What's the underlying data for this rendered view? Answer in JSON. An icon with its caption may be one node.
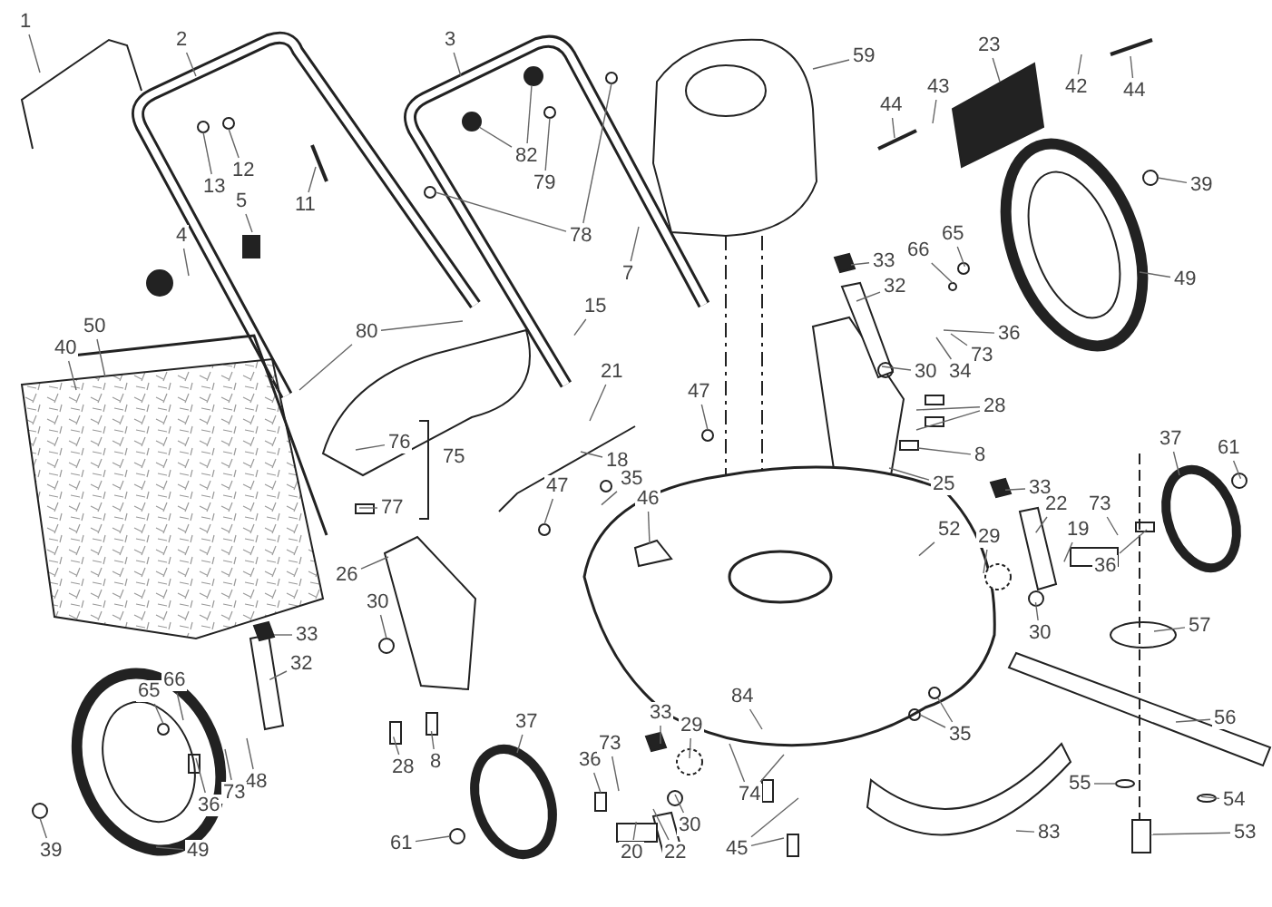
{
  "diagram": {
    "nodes": [
      {
        "text": [
          "1"
        ]
      },
      {
        "text": [
          "2"
        ]
      },
      {
        "text": [
          "3"
        ]
      },
      {
        "text": [
          "82"
        ]
      },
      {
        "text": [
          "79"
        ]
      },
      {
        "text": [
          "13"
        ]
      },
      {
        "text": [
          "12"
        ]
      },
      {
        "text": [
          "11"
        ]
      },
      {
        "text": [
          "5"
        ]
      },
      {
        "text": [
          "78"
        ]
      },
      {
        "text": [
          "4"
        ]
      },
      {
        "text": [
          "7"
        ]
      },
      {
        "text": [
          "15"
        ]
      },
      {
        "text": [
          "80"
        ]
      },
      {
        "text": [
          "59"
        ]
      },
      {
        "text": [
          "23"
        ]
      },
      {
        "text": [
          "43"
        ]
      },
      {
        "text": [
          "44"
        ]
      },
      {
        "text": [
          "42"
        ]
      },
      {
        "text": [
          "44"
        ]
      },
      {
        "text": [
          "39"
        ]
      },
      {
        "text": [
          "49"
        ]
      },
      {
        "text": [
          "33"
        ]
      },
      {
        "text": [
          "66"
        ]
      },
      {
        "text": [
          "65"
        ]
      },
      {
        "text": [
          "32"
        ]
      },
      {
        "text": [
          "36"
        ]
      },
      {
        "text": [
          "73"
        ]
      },
      {
        "text": [
          "34"
        ]
      },
      {
        "text": [
          "30"
        ]
      },
      {
        "text": [
          "28"
        ]
      },
      {
        "text": [
          "8"
        ]
      },
      {
        "text": [
          "25"
        ]
      },
      {
        "text": [
          "21"
        ]
      },
      {
        "text": [
          "47"
        ]
      },
      {
        "text": [
          "40"
        ]
      },
      {
        "text": [
          "50"
        ]
      },
      {
        "text": [
          "76"
        ]
      },
      {
        "text": [
          "18"
        ]
      },
      {
        "text": [
          "35"
        ]
      },
      {
        "text": [
          "46"
        ]
      },
      {
        "text": [
          "47"
        ]
      },
      {
        "text": [
          "77"
        ]
      },
      {
        "text": [
          "52"
        ]
      },
      {
        "text": [
          "33"
        ]
      },
      {
        "text": [
          "22"
        ]
      },
      {
        "text": [
          "19"
        ]
      },
      {
        "text": [
          "73"
        ]
      },
      {
        "text": [
          "37"
        ]
      },
      {
        "text": [
          "61"
        ]
      },
      {
        "text": [
          "36"
        ]
      },
      {
        "text": [
          "29"
        ]
      },
      {
        "text": [
          "30"
        ]
      },
      {
        "text": [
          "26"
        ]
      },
      {
        "text": [
          "30"
        ]
      },
      {
        "text": [
          "57"
        ]
      },
      {
        "text": [
          "33"
        ]
      },
      {
        "text": [
          "32"
        ]
      },
      {
        "text": [
          "84"
        ]
      },
      {
        "text": [
          "33"
        ]
      },
      {
        "text": [
          "29"
        ]
      },
      {
        "text": [
          "37"
        ]
      },
      {
        "text": [
          "56"
        ]
      },
      {
        "text": [
          "35"
        ]
      },
      {
        "text": [
          "36"
        ]
      },
      {
        "text": [
          "73"
        ]
      },
      {
        "text": [
          "28"
        ]
      },
      {
        "text": [
          "8"
        ]
      },
      {
        "text": [
          "65"
        ]
      },
      {
        "text": [
          "66"
        ]
      },
      {
        "text": [
          "48"
        ]
      },
      {
        "text": [
          "73"
        ]
      },
      {
        "text": [
          "36"
        ]
      },
      {
        "text": [
          "55"
        ]
      },
      {
        "text": [
          "74"
        ]
      },
      {
        "text": [
          "54"
        ]
      },
      {
        "text": [
          "30"
        ]
      },
      {
        "text": [
          "83"
        ]
      },
      {
        "text": [
          "53"
        ]
      },
      {
        "text": [
          "61"
        ]
      },
      {
        "text": [
          "49"
        ]
      },
      {
        "text": [
          "39"
        ]
      },
      {
        "text": [
          "20"
        ]
      },
      {
        "text": [
          "22"
        ]
      },
      {
        "text": [
          "45"
        ]
      }
    ],
    "edges": [
      {
        "from": 0,
        "to": null,
        "arrow": "none"
      },
      {
        "from": 1,
        "to": null,
        "arrow": "none"
      },
      {
        "from": 2,
        "to": null,
        "arrow": "none"
      },
      {
        "from": 3,
        "to": null,
        "arrow": "none"
      },
      {
        "from": 3,
        "to": null,
        "arrow": "none"
      },
      {
        "from": 4,
        "to": null,
        "arrow": "none"
      },
      {
        "from": 5,
        "to": null,
        "arrow": "none"
      },
      {
        "from": 6,
        "to": null,
        "arrow": "none"
      },
      {
        "from": 7,
        "to": null,
        "arrow": "none"
      },
      {
        "from": 8,
        "to": null,
        "arrow": "none"
      },
      {
        "from": 9,
        "to": null,
        "arrow": "none"
      },
      {
        "from": 9,
        "to": null,
        "arrow": "none"
      },
      {
        "from": 10,
        "to": null,
        "arrow": "none"
      },
      {
        "from": 11,
        "to": null,
        "arrow": "none"
      },
      {
        "from": 12,
        "to": null,
        "arrow": "none"
      },
      {
        "from": 13,
        "to": null,
        "arrow": "none"
      },
      {
        "from": 13,
        "to": null,
        "arrow": "none"
      },
      {
        "from": 14,
        "to": null,
        "arrow": "none"
      },
      {
        "from": 15,
        "to": null,
        "arrow": "none"
      },
      {
        "from": 16,
        "to": null,
        "arrow": "none"
      },
      {
        "from": 17,
        "to": null,
        "arrow": "none"
      },
      {
        "from": 18,
        "to": null,
        "arrow": "none"
      },
      {
        "from": 19,
        "to": null,
        "arrow": "none"
      },
      {
        "from": 20,
        "to": null,
        "arrow": "none"
      },
      {
        "from": 21,
        "to": null,
        "arrow": "none"
      },
      {
        "from": 22,
        "to": null,
        "arrow": "none"
      },
      {
        "from": 23,
        "to": null,
        "arrow": "none"
      },
      {
        "from": 24,
        "to": null,
        "arrow": "none"
      },
      {
        "from": 25,
        "to": null,
        "arrow": "none"
      },
      {
        "from": 26,
        "to": null,
        "arrow": "none"
      },
      {
        "from": 27,
        "to": null,
        "arrow": "none"
      },
      {
        "from": 28,
        "to": null,
        "arrow": "none"
      },
      {
        "from": 29,
        "to": null,
        "arrow": "none"
      },
      {
        "from": 30,
        "to": null,
        "arrow": "none"
      },
      {
        "from": 30,
        "to": null,
        "arrow": "none"
      },
      {
        "from": 31,
        "to": null,
        "arrow": "none"
      },
      {
        "from": 32,
        "to": null,
        "arrow": "none"
      },
      {
        "from": 33,
        "to": null,
        "arrow": "none"
      },
      {
        "from": 34,
        "to": null,
        "arrow": "none"
      },
      {
        "from": 35,
        "to": null,
        "arrow": "none"
      },
      {
        "from": 36,
        "to": null,
        "arrow": "none"
      },
      {
        "from": 37,
        "to": null,
        "arrow": "none"
      },
      {
        "from": 38,
        "to": null,
        "arrow": "none"
      },
      {
        "from": 39,
        "to": null,
        "arrow": "none"
      },
      {
        "from": 40,
        "to": null,
        "arrow": "none"
      },
      {
        "from": 41,
        "to": null,
        "arrow": "none"
      },
      {
        "from": 42,
        "to": null,
        "arrow": "none"
      },
      {
        "from": 43,
        "to": null,
        "arrow": "none"
      },
      {
        "from": 44,
        "to": null,
        "arrow": "none"
      },
      {
        "from": 45,
        "to": null,
        "arrow": "none"
      },
      {
        "from": 46,
        "to": null,
        "arrow": "none"
      },
      {
        "from": 47,
        "to": null,
        "arrow": "none"
      },
      {
        "from": 48,
        "to": null,
        "arrow": "none"
      },
      {
        "from": 49,
        "to": null,
        "arrow": "none"
      },
      {
        "from": 50,
        "to": null,
        "arrow": "none"
      },
      {
        "from": 51,
        "to": null,
        "arrow": "none"
      },
      {
        "from": 52,
        "to": null,
        "arrow": "none"
      },
      {
        "from": 53,
        "to": null,
        "arrow": "none"
      },
      {
        "from": 54,
        "to": null,
        "arrow": "none"
      },
      {
        "from": 55,
        "to": null,
        "arrow": "none"
      },
      {
        "from": 56,
        "to": null,
        "arrow": "none"
      },
      {
        "from": 57,
        "to": null,
        "arrow": "none"
      },
      {
        "from": 58,
        "to": null,
        "arrow": "none"
      },
      {
        "from": 59,
        "to": null,
        "arrow": "none"
      },
      {
        "from": 60,
        "to": null,
        "arrow": "none"
      },
      {
        "from": 61,
        "to": null,
        "arrow": "none"
      },
      {
        "from": 62,
        "to": null,
        "arrow": "none"
      },
      {
        "from": 63,
        "to": null,
        "arrow": "none"
      },
      {
        "from": 63,
        "to": null,
        "arrow": "none"
      },
      {
        "from": 64,
        "to": null,
        "arrow": "none"
      },
      {
        "from": 65,
        "to": null,
        "arrow": "none"
      },
      {
        "from": 66,
        "to": null,
        "arrow": "none"
      },
      {
        "from": 67,
        "to": null,
        "arrow": "none"
      },
      {
        "from": 68,
        "to": null,
        "arrow": "none"
      },
      {
        "from": 69,
        "to": null,
        "arrow": "none"
      },
      {
        "from": 70,
        "to": null,
        "arrow": "none"
      },
      {
        "from": 71,
        "to": null,
        "arrow": "none"
      },
      {
        "from": 72,
        "to": null,
        "arrow": "none"
      },
      {
        "from": 73,
        "to": null,
        "arrow": "none"
      },
      {
        "from": 74,
        "to": null,
        "arrow": "none"
      },
      {
        "from": 74,
        "to": null,
        "arrow": "none"
      },
      {
        "from": 75,
        "to": null,
        "arrow": "none"
      },
      {
        "from": 76,
        "to": null,
        "arrow": "none"
      },
      {
        "from": 77,
        "to": null,
        "arrow": "none"
      },
      {
        "from": 78,
        "to": null,
        "arrow": "none"
      },
      {
        "from": 79,
        "to": null,
        "arrow": "none"
      },
      {
        "from": 80,
        "to": null,
        "arrow": "none"
      },
      {
        "from": 81,
        "to": null,
        "arrow": "none"
      },
      {
        "from": 82,
        "to": null,
        "arrow": "none"
      },
      {
        "from": 83,
        "to": null,
        "arrow": "none"
      },
      {
        "from": 84,
        "to": null,
        "arrow": "none"
      },
      {
        "from": 84,
        "to": null,
        "arrow": "none"
      }
    ],
    "labels": [
      "75"
    ]
  }
}
